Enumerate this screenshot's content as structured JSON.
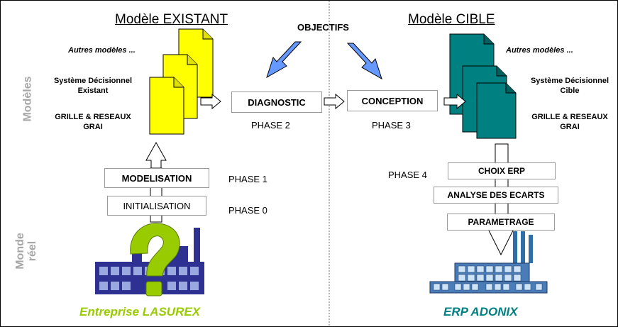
{
  "titles": {
    "left": "Modèle EXISTANT",
    "right": "Modèle CIBLE",
    "objectifs": "OBJECTIFS"
  },
  "side_labels": {
    "models": "Modèles",
    "real_world": "Monde\nréel"
  },
  "left_labels": {
    "other_models": "Autres modèles ...",
    "decision_system": "Système Décisionnel\nExistant",
    "grai": "GRILLE & RESEAUX\nGRAI"
  },
  "right_labels": {
    "other_models": "Autres modèles ...",
    "decision_system": "Système Décisionnel\nCible",
    "grai": "GRILLE & RESEAUX\nGRAI"
  },
  "steps": {
    "diagnostic": "DIAGNOSTIC",
    "conception": "CONCEPTION",
    "modelisation": "MODELISATION",
    "initialisation": "INITIALISATION",
    "choix_erp": "CHOIX ERP",
    "analyse": "ANALYSE DES ECARTS",
    "parametrage": "PARAMETRAGE"
  },
  "phases": {
    "p0": "PHASE 0",
    "p1": "PHASE 1",
    "p2": "PHASE 2",
    "p3": "PHASE 3",
    "p4": "PHASE 4"
  },
  "bottom": {
    "enterprise": "Entreprise LASUREX",
    "erp": "ERP ADONIX"
  },
  "colors": {
    "yellow_doc": "#ffff00",
    "teal_doc": "#008080",
    "blue_arrow": "#6699ff",
    "enterprise_text": "#99cc00",
    "erp_text": "#008080",
    "side_text": "#a6a6a6",
    "factory": "#2e3192",
    "question_mark": "#99cc00"
  }
}
